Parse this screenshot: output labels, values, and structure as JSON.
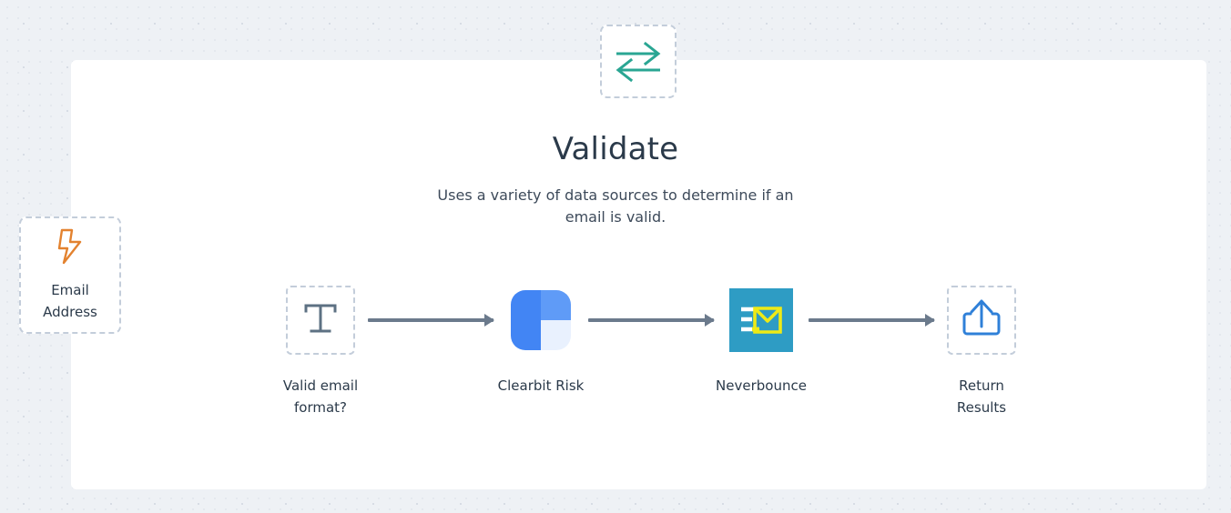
{
  "page": {
    "background_color": "#eef1f5",
    "card_color": "#ffffff"
  },
  "header": {
    "icon_name": "transfer-arrows-icon",
    "icon_color": "#2aa693",
    "title": "Validate",
    "subtitle": "Uses a variety of data sources to determine if an email is valid."
  },
  "input_card": {
    "icon_name": "lightning-bolt-icon",
    "icon_color": "#e3822f",
    "label_line1": "Email",
    "label_line2": "Address"
  },
  "flow": {
    "arrow_color": "#6b7a8c",
    "nodes": [
      {
        "id": "valid-email-format",
        "icon_name": "text-format-icon",
        "icon_color": "#5d7183",
        "style": "dashed-box",
        "label_line1": "Valid email",
        "label_line2": "format?"
      },
      {
        "id": "clearbit-risk",
        "icon_name": "clearbit-logo-icon",
        "style": "logo",
        "colors": {
          "primary": "#4285f4",
          "secondary": "#5f9bf7",
          "tertiary": "#e9f1fe"
        },
        "label_line1": "Clearbit Risk",
        "label_line2": ""
      },
      {
        "id": "neverbounce",
        "icon_name": "neverbounce-logo-icon",
        "style": "logo",
        "colors": {
          "background": "#2e9cc4",
          "envelope": "#eeea16",
          "letter": "#ffffff"
        },
        "label_line1": "Neverbounce",
        "label_line2": ""
      },
      {
        "id": "return-results",
        "icon_name": "upload-share-icon",
        "icon_color": "#2f80d8",
        "style": "dashed-box",
        "label_line1": "Return",
        "label_line2": "Results"
      }
    ]
  }
}
